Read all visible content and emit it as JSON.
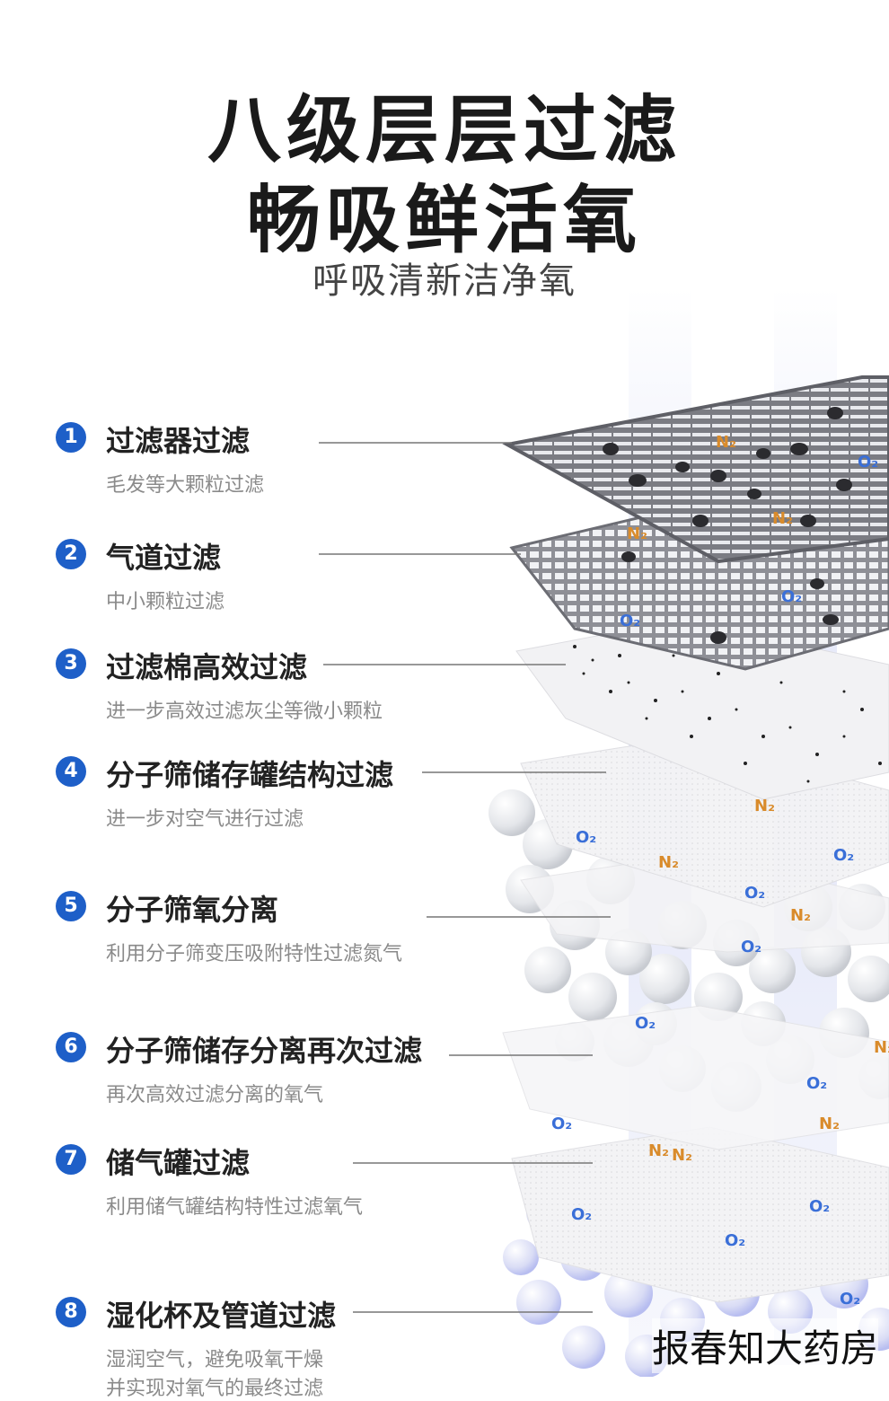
{
  "header": {
    "title_line1": "八级层层过滤",
    "title_line2": "畅吸鲜活氧",
    "subtitle": "呼吸清新洁净氧"
  },
  "steps": [
    {
      "num": "1",
      "title": "过滤器过滤",
      "desc": "毛发等大颗粒过滤"
    },
    {
      "num": "2",
      "title": "气道过滤",
      "desc": "中小颗粒过滤"
    },
    {
      "num": "3",
      "title": "过滤棉高效过滤",
      "desc": "进一步高效过滤灰尘等微小颗粒"
    },
    {
      "num": "4",
      "title": "分子筛储存罐结构过滤",
      "desc": "进一步对空气进行过滤"
    },
    {
      "num": "5",
      "title": "分子筛氧分离",
      "desc": "利用分子筛变压吸附特性过滤氮气"
    },
    {
      "num": "6",
      "title": "分子筛储存分离再次过滤",
      "desc": "再次高效过滤分离的氧气"
    },
    {
      "num": "7",
      "title": "储气罐过滤",
      "desc": "利用储气罐结构特性过滤氧气"
    },
    {
      "num": "8",
      "title": "湿化杯及管道过滤",
      "desc": "湿润空气，避免吸氧干燥",
      "desc2": "并实现对氧气的最终过滤"
    }
  ],
  "molecule_labels": {
    "oxygen": "O₂",
    "nitrogen": "N₂"
  },
  "colors": {
    "accent_blue": "#1e5fc8",
    "oxygen_blue": "#3a6fd8",
    "nitrogen_orange": "#d98b2b",
    "filter_gray": "#8e8f96"
  },
  "watermark": "报春知大药房"
}
